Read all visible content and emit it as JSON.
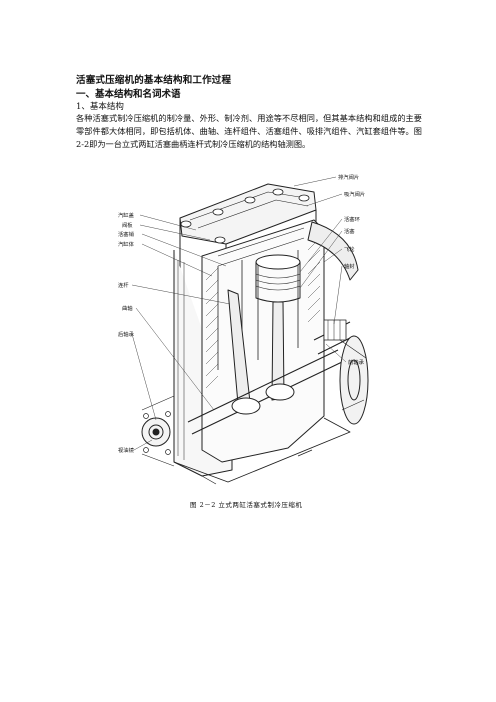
{
  "document": {
    "title": "活塞式压缩机的基本结构和工作过程",
    "section_heading": "一、基本结构和名词术语",
    "subsection_heading": "1、基本结构",
    "paragraph": "各种活塞式制冷压缩机的制冷量、外形、制冷剂、用途等不尽相同，但其基本结构和组成的主要零部件都大体相同，即包括机体、曲轴、连杆组件、活塞组件、吸排汽组件、汽缸套组件等。图2-2即为一台立式两缸活塞曲柄连杆式制冷压缩机的结构轴测图。"
  },
  "figure": {
    "caption": "图 2－2   立式两缸活塞式制冷压缩机",
    "labels": {
      "exhaust_valve_plate": "排汽阀片",
      "suction_valve_plate": "吸汽阀片",
      "cylinder_cover": "汽缸盖",
      "valve_plate": "阀板",
      "piston_pin": "活塞销",
      "cylinder_body": "汽缸体",
      "piston_ring": "活塞环",
      "piston": "活塞",
      "flywheel": "飞轮",
      "shaft_seal": "轴封",
      "connecting_rod": "连杆",
      "crankshaft": "曲轴",
      "rear_bearing": "后轴承",
      "front_bearing": "前轴承",
      "oil_sight_glass": "视油镜"
    }
  }
}
